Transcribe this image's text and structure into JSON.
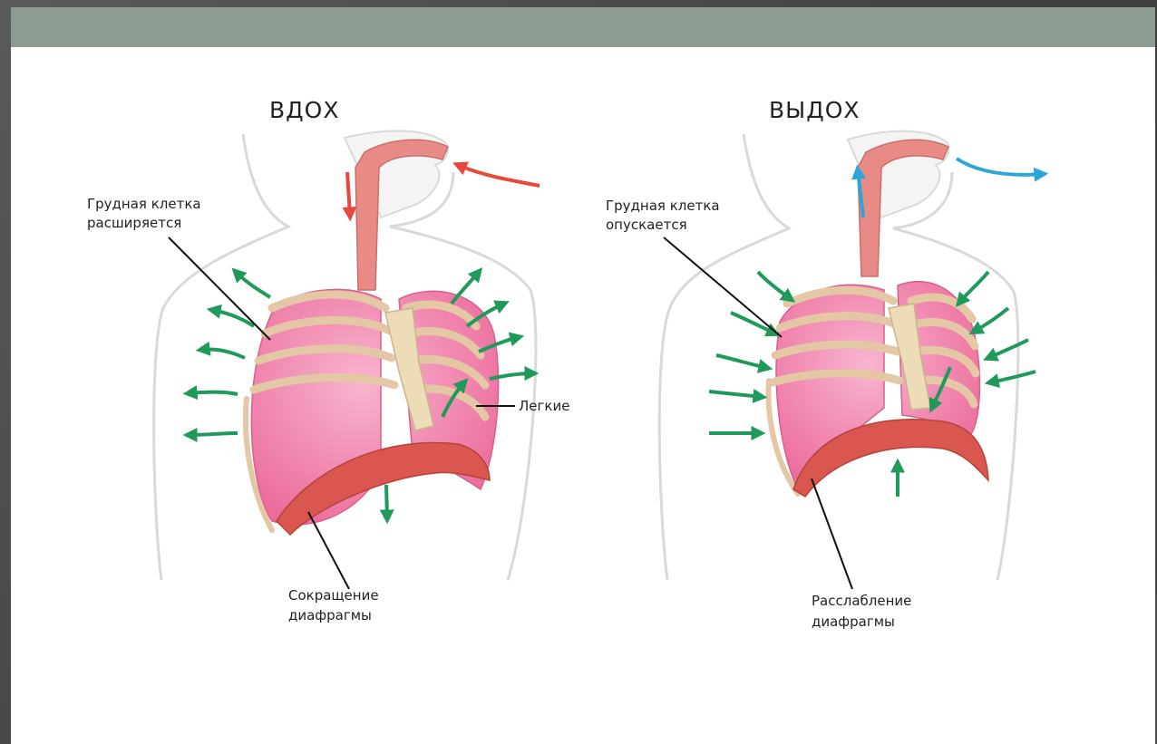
{
  "inhale": {
    "title": "ВДОХ",
    "chest_label_line1": "Грудная клетка",
    "chest_label_line2": "расширяется",
    "lungs_label": "Легкие",
    "diaphragm_label_line1": "Сокращение",
    "diaphragm_label_line2": "диафрагмы",
    "air_arrow_color": "#e8473a"
  },
  "exhale": {
    "title": "ВЫДОХ",
    "chest_label_line1": "Грудная клетка",
    "chest_label_line2": "опускается",
    "diaphragm_label_line1": "Расслабление",
    "diaphragm_label_line2": "диафрагмы",
    "air_arrow_color": "#2aa7d6"
  },
  "colors": {
    "movement_arrow": "#1f9a5a",
    "lung": "#f07aa6",
    "rib": "#e4c7a4",
    "diaphragm": "#d9574f",
    "body_outline": "#d9d9d9",
    "airway": "#e88a86",
    "header_bar": "#8e9b91"
  }
}
